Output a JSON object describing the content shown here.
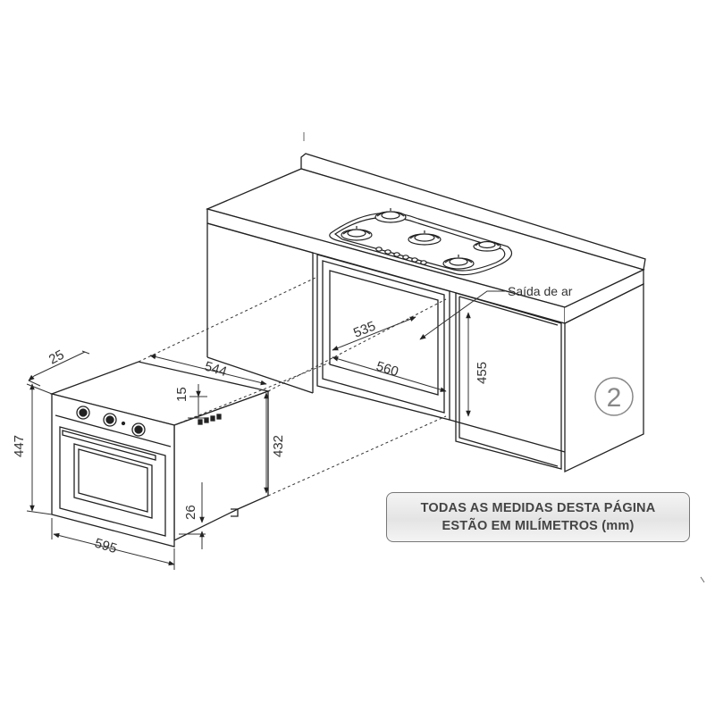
{
  "dimensions": {
    "depth_front": "25",
    "depth_total": "544",
    "panel_height": "15",
    "body_height": "447",
    "inner_height": "432",
    "foot_height": "26",
    "width": "595",
    "niche_depth": "535",
    "niche_width": "560",
    "niche_height": "455"
  },
  "labels": {
    "air_outlet": "Saída de ar",
    "page_number": "2"
  },
  "note": {
    "line1": "TODAS AS MEDIDAS DESTA PÁGINA",
    "line2": "ESTÃO EM MILÍMETROS (mm)"
  },
  "colors": {
    "line": "#222222",
    "dim_line": "#333333",
    "note_border": "#777777"
  }
}
